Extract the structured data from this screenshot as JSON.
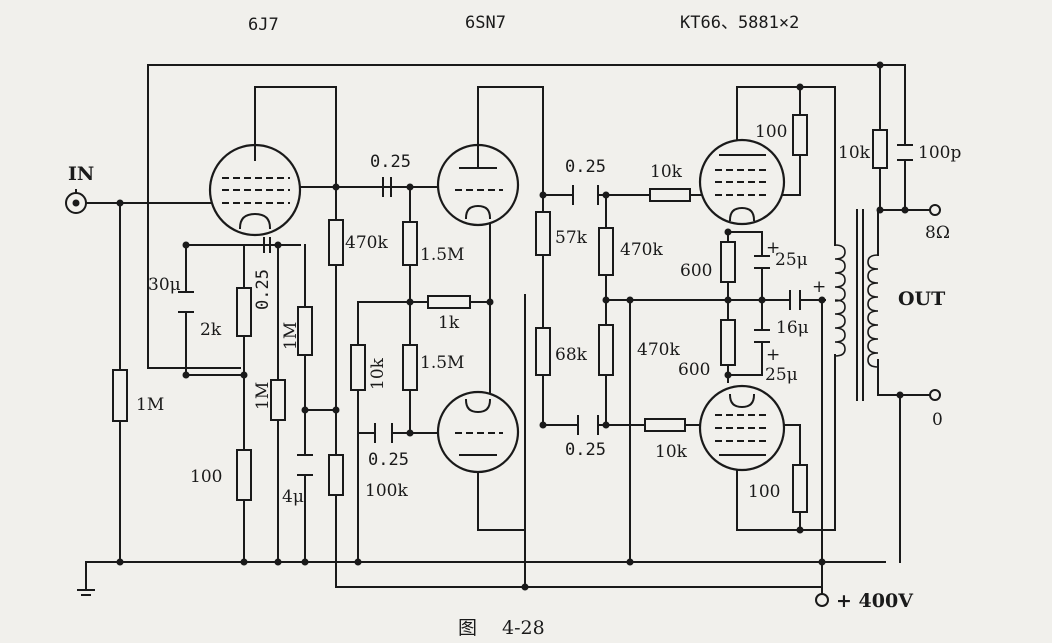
{
  "tubes": {
    "t1": "6J7",
    "t2": "6SN7",
    "t3": "KT66、5881×2"
  },
  "terminals": {
    "in": "IN",
    "out": "OUT",
    "out_8": "8Ω",
    "out_0": "0",
    "supply": "+ 400V"
  },
  "components": {
    "c_in": "0.25",
    "c_30u": "30μ",
    "r_2k": "2k",
    "c_grid1": "0.25",
    "r_1m_gnd": "1M",
    "r_1m_a": "1M",
    "r_1m_b": "1M",
    "r_100": "100",
    "c_4u": "4μ",
    "r_470k": "470k",
    "r_15m_top": "1.5M",
    "r_1k": "1k",
    "r_10k_mid": "10k",
    "r_15m_bot": "1.5M",
    "c_025_low": "0.25",
    "r_100k": "100k",
    "c_025_top": "0.25",
    "r_57k": "57k",
    "r_470k_2": "470k",
    "r_68k": "68k",
    "r_470k_3": "470k",
    "c_025_bot": "0.25",
    "r_10k_top": "10k",
    "r_10k_bot": "10k",
    "r_100_top": "100",
    "r_100_bot": "100",
    "r_600_top": "600",
    "r_600_bot": "600",
    "c_25u_top": "25μ",
    "c_25u_bot": "25μ",
    "c_16u": "16μ",
    "r_10k_fb": "10k",
    "c_100p": "100p",
    "plus1": "+",
    "plus2": "+",
    "plus3": "+"
  },
  "caption": "图　 4-28"
}
